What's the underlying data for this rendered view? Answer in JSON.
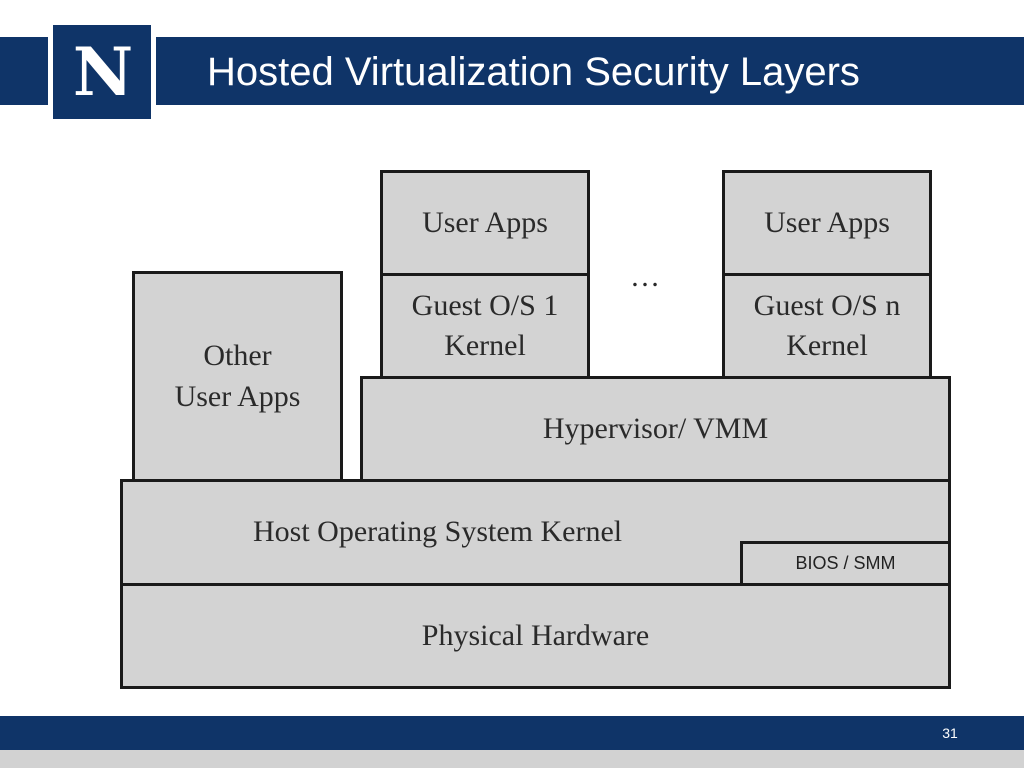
{
  "slide": {
    "title": "Hosted Virtualization Security Layers",
    "logo_letter": "N",
    "page_number": "31"
  },
  "colors": {
    "brand_navy": "#0f3468",
    "box_fill": "#d3d3d3",
    "box_border": "#1a1a1a",
    "footer_gray": "#d2d2d2"
  },
  "diagram": {
    "user_apps_1": "User Apps",
    "guest_os_1_line1": "Guest O/S 1",
    "guest_os_1_line2": "Kernel",
    "ellipsis": "…",
    "user_apps_n": "User Apps",
    "guest_os_n_line1": "Guest O/S n",
    "guest_os_n_line2": "Kernel",
    "other_apps_line1": "Other",
    "other_apps_line2": "User Apps",
    "hypervisor": "Hypervisor/ VMM",
    "host_os": "Host Operating System Kernel",
    "bios": "BIOS / SMM",
    "hardware": "Physical Hardware"
  }
}
